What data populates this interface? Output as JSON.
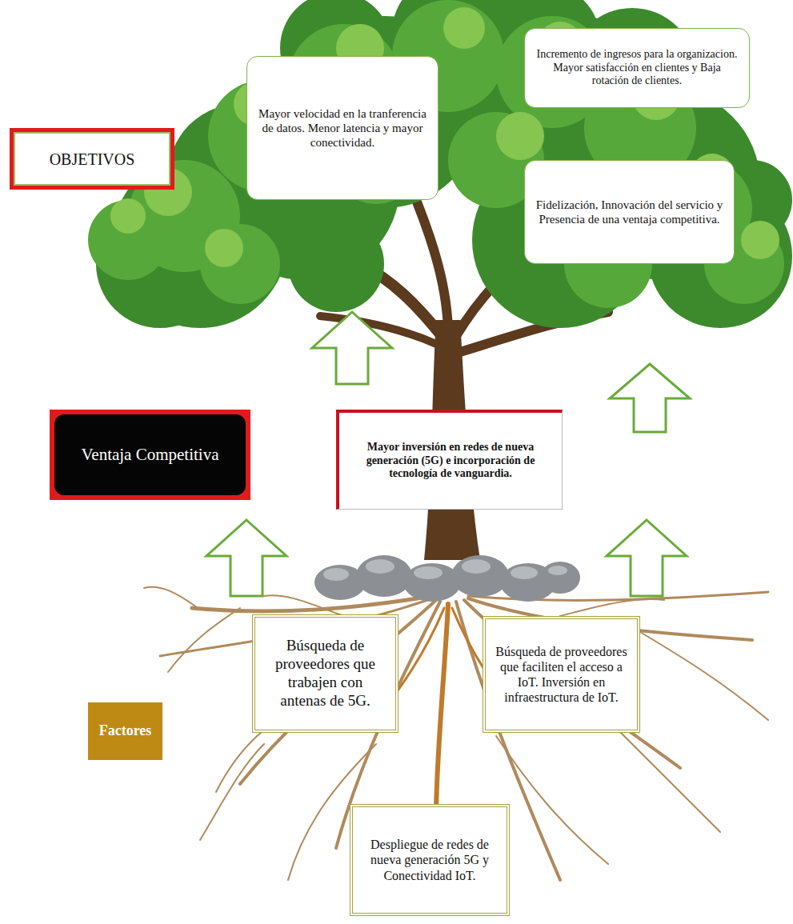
{
  "diagram": {
    "nodes": [
      {
        "text": [
          "OBJETIVOS"
        ]
      },
      {
        "text": [
          "Mayor velocidad en la tranferencia de datos. Menor latencia y mayor conectividad."
        ]
      },
      {
        "text": [
          "Incremento de ingresos para la organizacion. Mayor satisfacción en clientes y Baja rotación de clientes."
        ]
      },
      {
        "text": [
          "Fidelización, Innovación del servicio y Presencia de una ventaja competitiva."
        ]
      },
      {
        "text": [
          "Ventaja Competitiva"
        ]
      },
      {
        "text": [
          "Mayor inversión en redes de nueva generación (5G) e incorporación de tecnología de vanguardia."
        ]
      },
      {
        "text": [
          "Factores"
        ]
      },
      {
        "text": [
          "Búsqueda de proveedores que trabajen con antenas de 5G."
        ]
      },
      {
        "text": [
          "Búsqueda de proveedores que faciliten el acceso a IoT. Inversión en infraestructura de IoT."
        ]
      },
      {
        "text": [
          "Despliegue de redes de nueva generación 5G y Conectividad IoT."
        ]
      }
    ]
  }
}
